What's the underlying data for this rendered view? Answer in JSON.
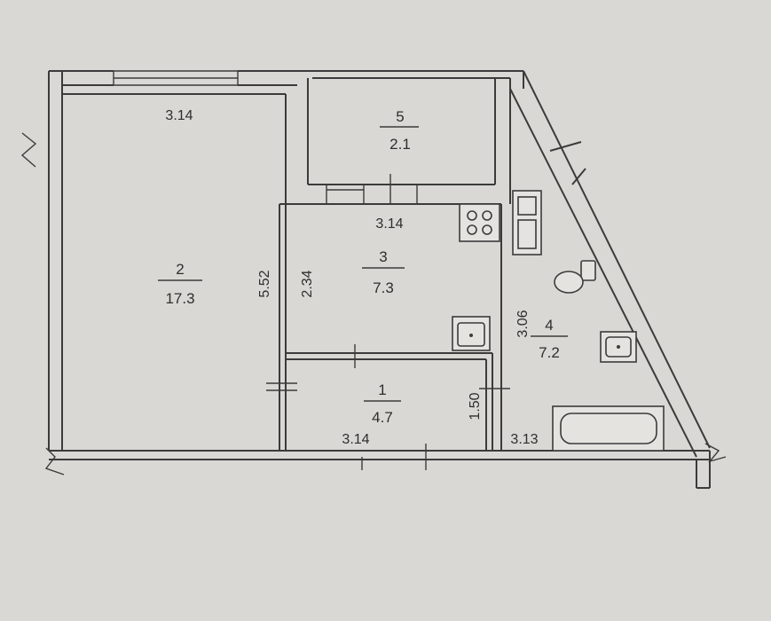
{
  "rooms": [
    {
      "number": "1",
      "area": "4.7"
    },
    {
      "number": "2",
      "area": "17.3"
    },
    {
      "number": "3",
      "area": "7.3"
    },
    {
      "number": "4",
      "area": "7.2"
    },
    {
      "number": "5",
      "area": "2.1"
    }
  ],
  "dimensions": {
    "room2_top": "3.14",
    "room2_height": "5.52",
    "room3_top": "3.14",
    "room3_height": "2.34",
    "room1_bottom": "3.14",
    "room1_height": "1.50",
    "bath_height": "3.06",
    "bath_bottom": "3.13"
  },
  "colors": {
    "paper": "#d9d8d4",
    "ink": "#3b3b3b"
  }
}
